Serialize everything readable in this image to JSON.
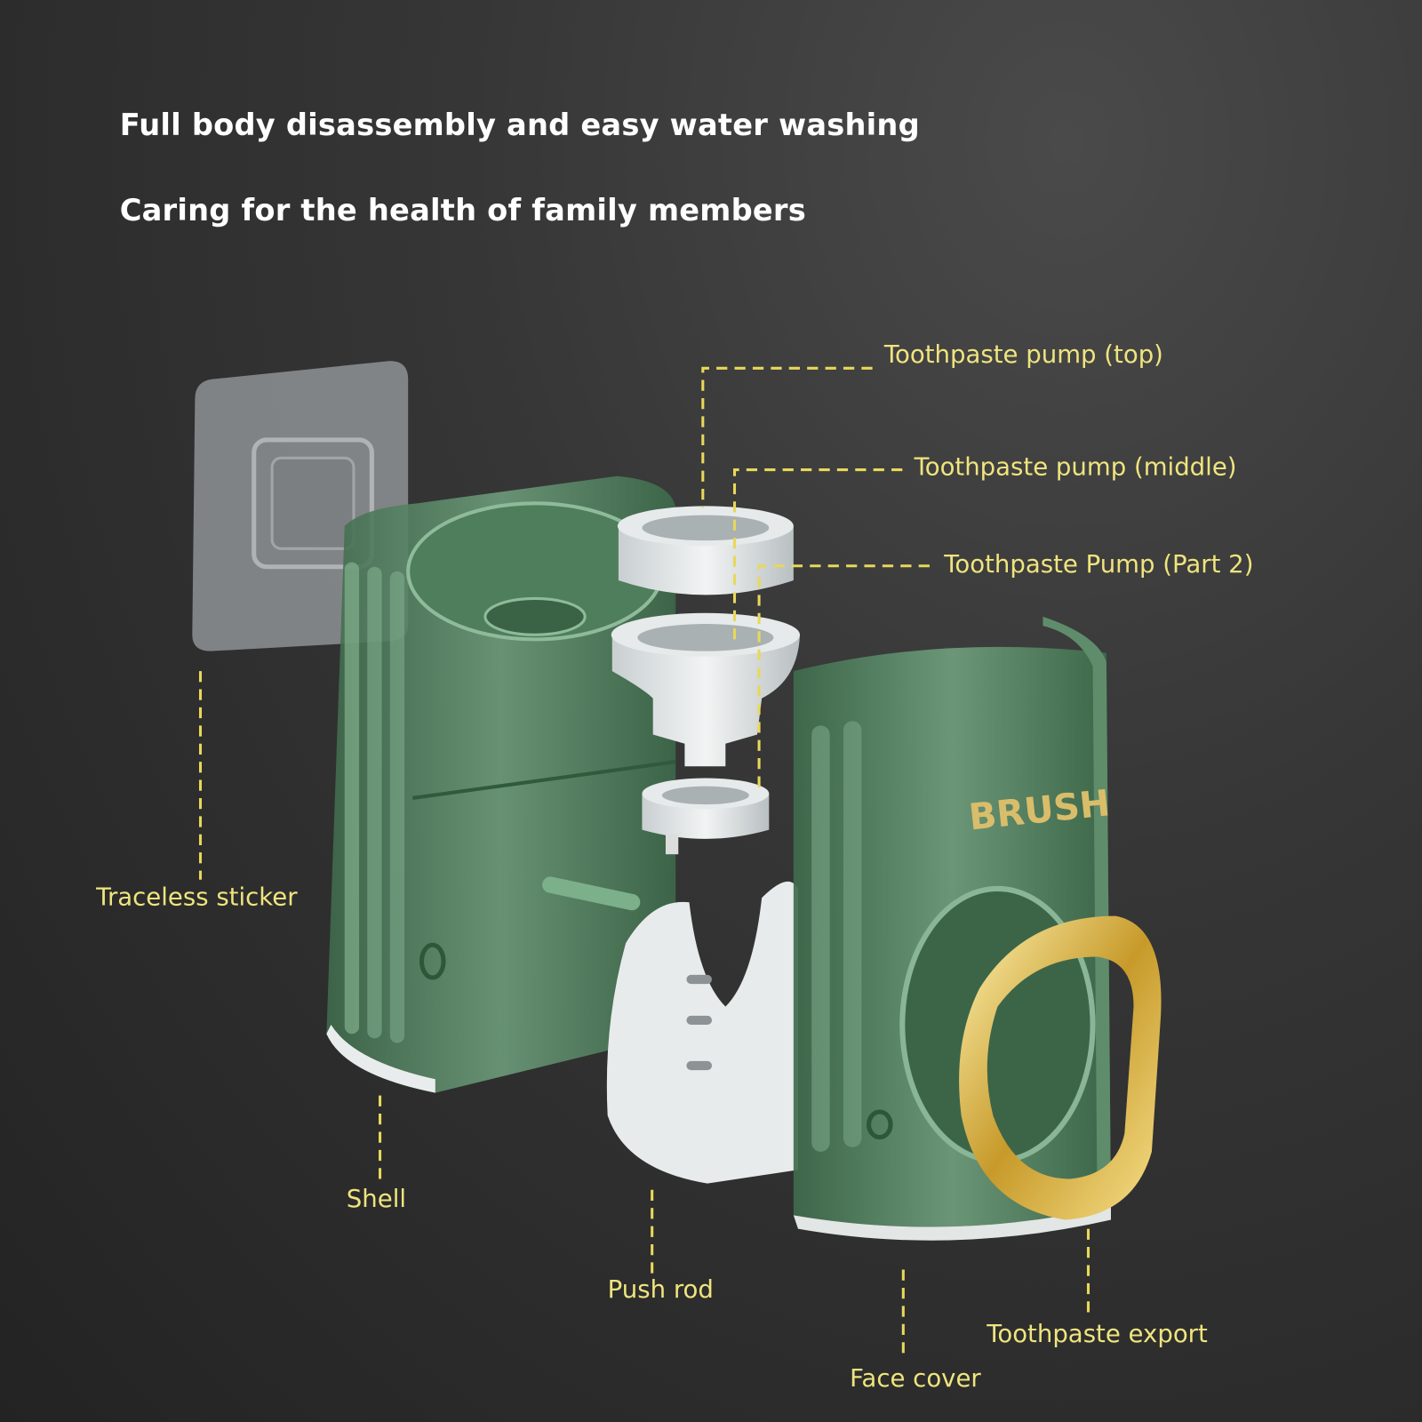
{
  "headline": "Full body disassembly and easy water washing",
  "subheadline": "Caring for the health of family members",
  "brand_text": "BRUSH",
  "label_color": "#efe47e",
  "labels": {
    "pump_top": "Toothpaste pump (top)",
    "pump_middle": "Toothpaste pump (middle)",
    "pump_part2": "Toothpaste Pump (Part 2)",
    "sticker": "Traceless sticker",
    "shell": "Shell",
    "push_rod": "Push rod",
    "face_cover": "Face cover",
    "export": "Toothpaste export"
  }
}
